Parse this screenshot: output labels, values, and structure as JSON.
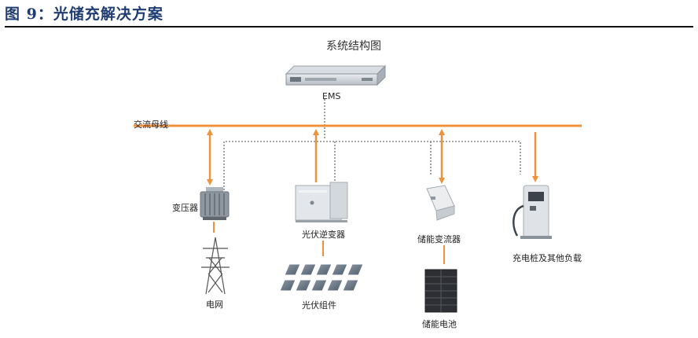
{
  "figure": {
    "title": "图 9：光储充解决方案"
  },
  "diagram": {
    "title": "系统结构图",
    "bus_label": "交流母线",
    "nodes": {
      "ems": "EMS",
      "transformer": "变压器",
      "grid": "电网",
      "pv_inverter": "光伏逆变器",
      "pv_modules": "光伏组件",
      "storage_converter": "储能变流器",
      "storage_battery": "储能电池",
      "charging": "充电桩及其他负载"
    },
    "colors": {
      "bus": "#f0913c",
      "arrow": "#f0913c",
      "comm": "#8a8a8a",
      "title": "#1f3c73"
    }
  }
}
